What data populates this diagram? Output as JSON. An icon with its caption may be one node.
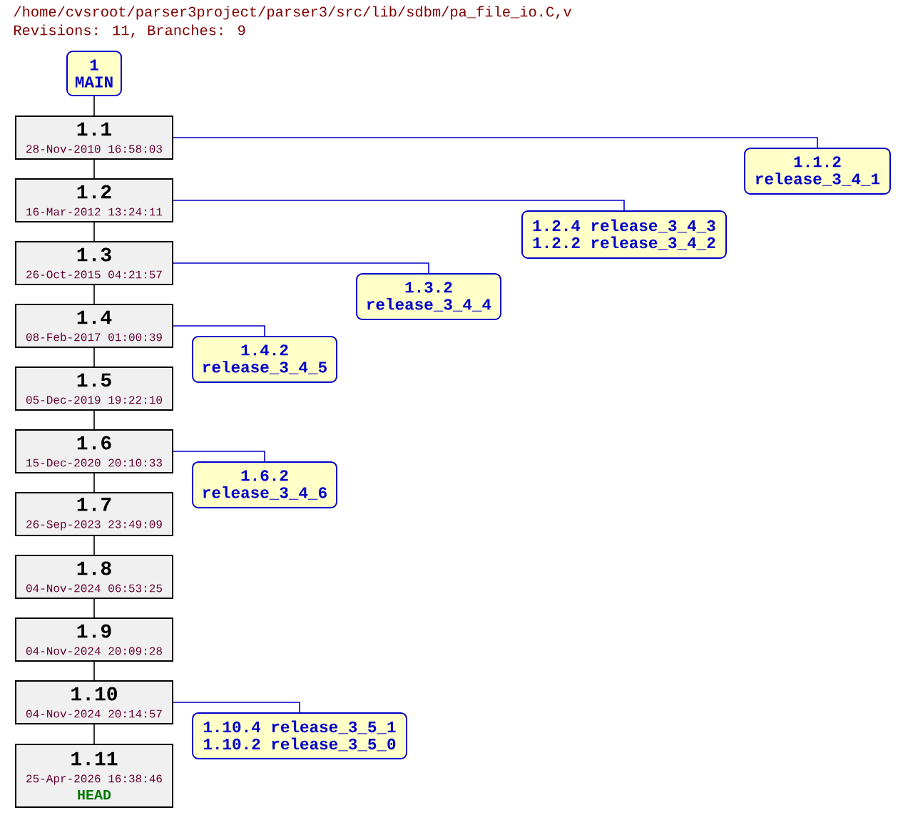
{
  "diagram": {
    "title": "/home/cvsroot/parser3project/parser3/src/lib/sdbm/pa_file_io.C,v",
    "labels": [
      "Revisions: 11, Branches: 9"
    ],
    "nodes": [
      {
        "text": [
          "1",
          "MAIN"
        ]
      },
      {
        "text": [
          "1.1",
          "28-Nov-2010 16:58:03"
        ]
      },
      {
        "text": [
          "1.1.2",
          "release_3_4_1"
        ]
      },
      {
        "text": [
          "1.2",
          "16-Mar-2012 13:24:11"
        ]
      },
      {
        "text": [
          "1.2.4 release_3_4_3",
          "1.2.2 release_3_4_2"
        ]
      },
      {
        "text": [
          "1.3",
          "26-Oct-2015 04:21:57"
        ]
      },
      {
        "text": [
          "1.3.2",
          "release_3_4_4"
        ]
      },
      {
        "text": [
          "1.4",
          "08-Feb-2017 01:00:39"
        ]
      },
      {
        "text": [
          "1.4.2",
          "release_3_4_5"
        ]
      },
      {
        "text": [
          "1.5",
          "05-Dec-2019 19:22:10"
        ]
      },
      {
        "text": [
          "1.6",
          "15-Dec-2020 20:10:33"
        ]
      },
      {
        "text": [
          "1.6.2",
          "release_3_4_6"
        ]
      },
      {
        "text": [
          "1.7",
          "26-Sep-2023 23:49:09"
        ]
      },
      {
        "text": [
          "1.8",
          "04-Nov-2024 06:53:25"
        ]
      },
      {
        "text": [
          "1.9",
          "04-Nov-2024 20:09:28"
        ]
      },
      {
        "text": [
          "1.10",
          "04-Nov-2024 20:14:57"
        ]
      },
      {
        "text": [
          "1.10.4 release_3_5_1",
          "1.10.2 release_3_5_0"
        ]
      },
      {
        "text": [
          "1.11",
          "25-Apr-2026 16:38:46",
          "HEAD"
        ]
      }
    ],
    "edges": [
      {
        "from": 0,
        "to": 1,
        "arrow": "none"
      },
      {
        "from": 1,
        "to": 3,
        "arrow": "none"
      },
      {
        "from": 3,
        "to": 5,
        "arrow": "none"
      },
      {
        "from": 5,
        "to": 7,
        "arrow": "none"
      },
      {
        "from": 7,
        "to": 9,
        "arrow": "none"
      },
      {
        "from": 9,
        "to": 10,
        "arrow": "none"
      },
      {
        "from": 10,
        "to": 12,
        "arrow": "none"
      },
      {
        "from": 12,
        "to": 13,
        "arrow": "none"
      },
      {
        "from": 13,
        "to": 14,
        "arrow": "none"
      },
      {
        "from": 14,
        "to": 15,
        "arrow": "none"
      },
      {
        "from": 15,
        "to": 17,
        "arrow": "none"
      },
      {
        "from": 1,
        "to": 2,
        "arrow": "none",
        "color": "#0000cc"
      },
      {
        "from": 3,
        "to": 4,
        "arrow": "none",
        "color": "#0000cc"
      },
      {
        "from": 5,
        "to": 6,
        "arrow": "none",
        "color": "#0000cc"
      },
      {
        "from": 7,
        "to": 8,
        "arrow": "none",
        "color": "#0000cc"
      },
      {
        "from": 10,
        "to": 11,
        "arrow": "none",
        "color": "#0000cc"
      },
      {
        "from": 15,
        "to": 16,
        "arrow": "none",
        "color": "#0000cc"
      }
    ]
  }
}
